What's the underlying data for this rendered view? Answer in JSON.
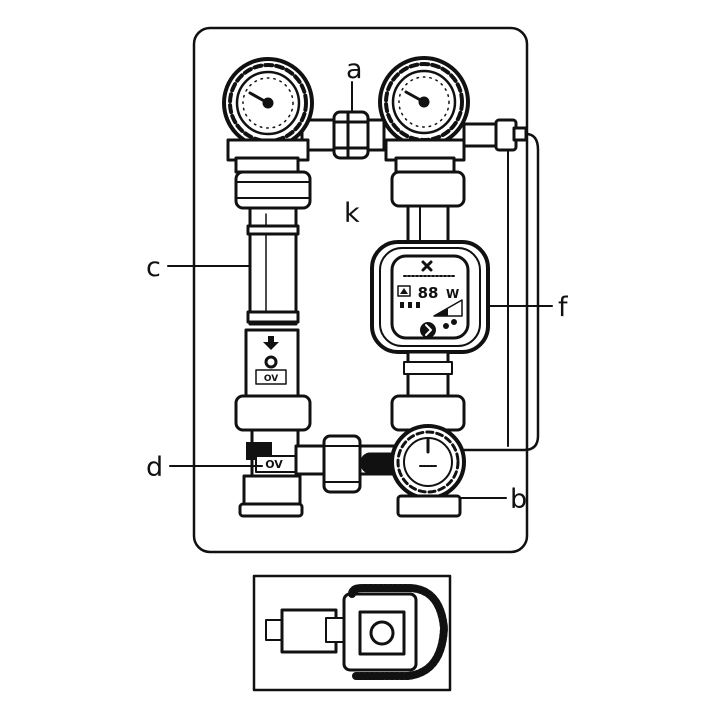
{
  "labels": {
    "a": "a",
    "b": "b",
    "c": "c",
    "d": "d",
    "f": "f",
    "k": "k"
  },
  "pump": {
    "wattage_unit": "W",
    "display_digits": "88"
  },
  "valve_markings": {
    "upper_valve": "OV",
    "lower_valve": "OV"
  },
  "icons": [
    "pressure-gauge-icon",
    "circulation-pump-icon",
    "check-valve-icon",
    "mixing-valve-icon",
    "actuator-icon"
  ]
}
